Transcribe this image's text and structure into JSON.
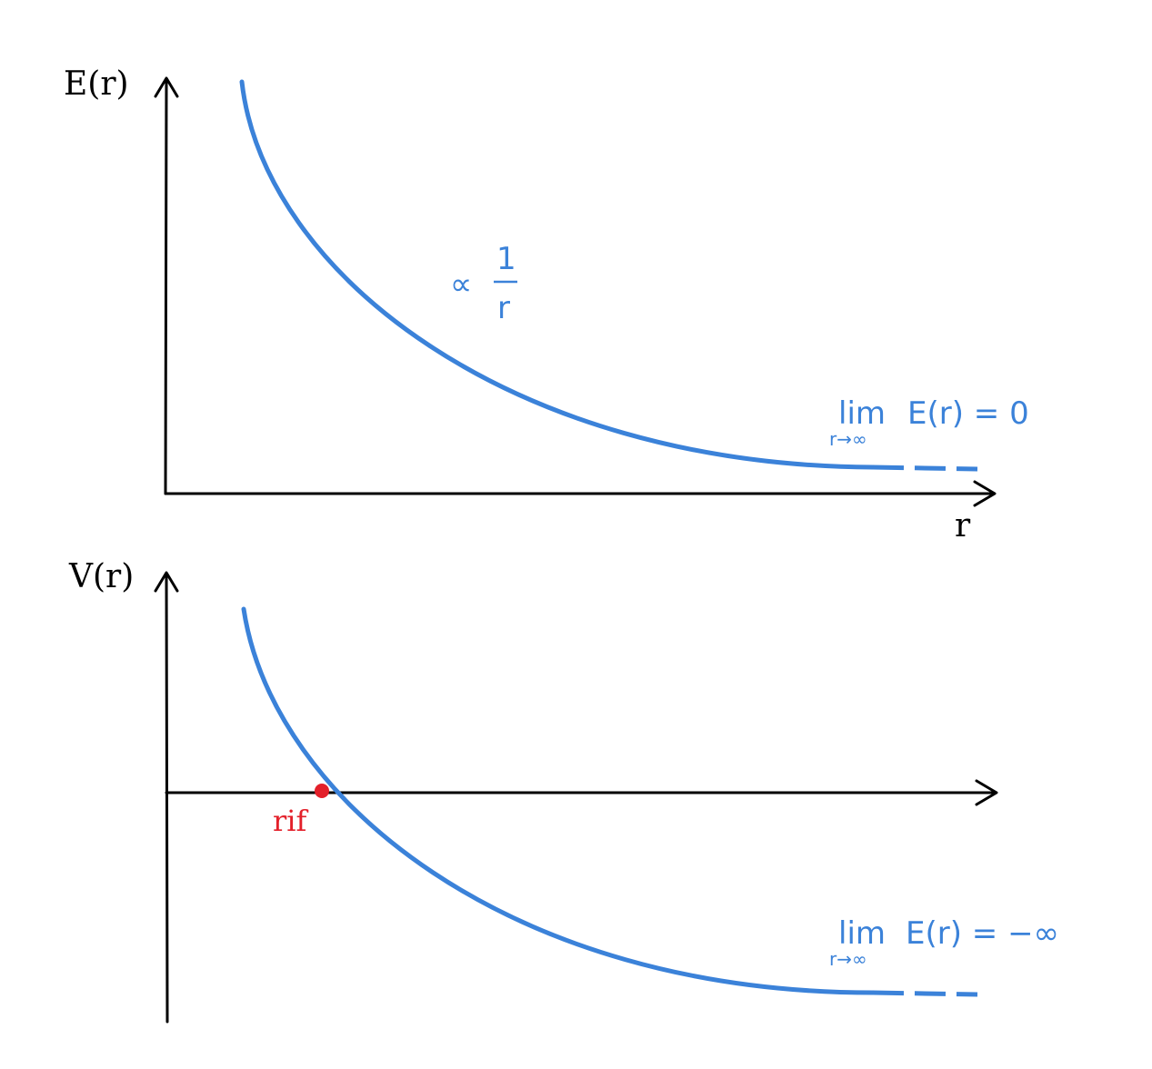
{
  "top_panel": {
    "y_axis_label": "E(r)",
    "x_axis_label": "r",
    "proportional_symbol": "∝",
    "fraction_numerator": "1",
    "fraction_denominator": "r",
    "limit_word": "lim",
    "limit_subscript": "r→∞",
    "limit_expression": "E(r) = 0"
  },
  "bottom_panel": {
    "y_axis_label": "V(r)",
    "point_label": "rif",
    "limit_word": "lim",
    "limit_subscript": "r→∞",
    "limit_expression": "E(r) = −∞"
  },
  "colors": {
    "curve": "#3b82d9",
    "point": "#e3202a",
    "axis": "#000000"
  }
}
